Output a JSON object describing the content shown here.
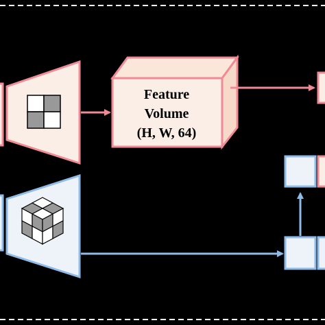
{
  "diagram": {
    "feature_volume": {
      "line1": "Feature",
      "line2": "Volume",
      "line3": "(H, W, 64)"
    }
  },
  "colors": {
    "background": "#000000",
    "pink_stroke": "#f08a94",
    "pink_fill": "#fbeee6",
    "cube_side": "#f7d9c9",
    "cube_top": "#fbe6da",
    "blue_stroke": "#8fbbe8",
    "blue_fill": "#eef3fa",
    "grid_dark": "#999999",
    "dash": "#ffffff"
  }
}
